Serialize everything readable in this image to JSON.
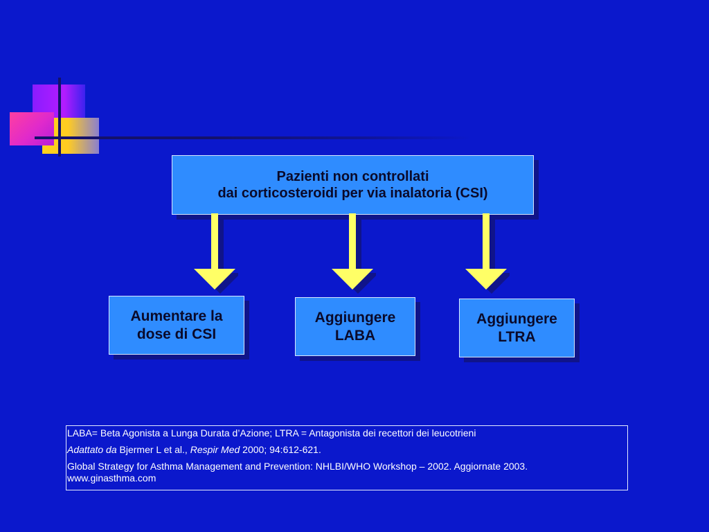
{
  "flow": {
    "top_box": {
      "line1": "Pazienti non controllati",
      "line2": "dai corticosteroidi per via inalatoria (CSI)"
    },
    "boxes": [
      {
        "line1": "Aumentare la",
        "line2": "dose di CSI"
      },
      {
        "line1": "Aggiungere",
        "line2": "LABA"
      },
      {
        "line1": "Aggiungere",
        "line2": "LTRA"
      }
    ]
  },
  "references": {
    "abbreviations": "LABA= Beta Agonista a Lunga Durata d’Azione; LTRA = Antagonista dei recettori dei leucotrieni",
    "citation": {
      "adapted_label": "Adattato da",
      "authors": " Bjermer L et al., ",
      "journal": "Respir Med",
      "details": " 2000; 94:612-621."
    },
    "guideline": "Global Strategy for Asthma Management and Prevention: NHLBI/WHO Workshop – 2002. Aggiornate 2003.",
    "website": "www.ginasthma.com"
  },
  "colors": {
    "background": "#0b18cc",
    "box_fill": "#2f8cff",
    "box_shadow": "#10148a",
    "arrow_fill": "#ffff66"
  }
}
